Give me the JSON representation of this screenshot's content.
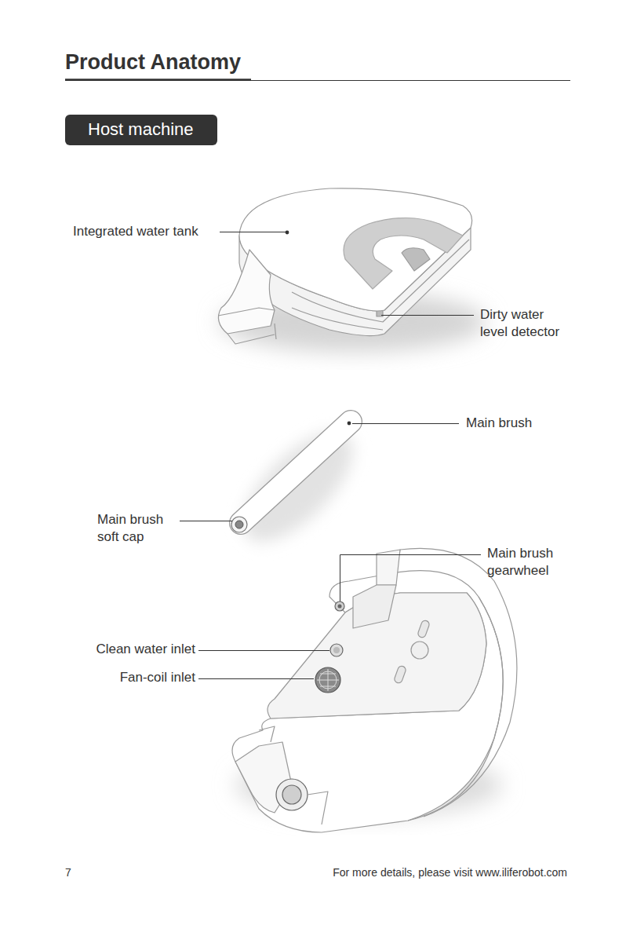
{
  "diagram": {
    "title": "Product Anatomy",
    "nodes": [
      {
        "text": [
          "Host machine"
        ]
      }
    ],
    "labels": [
      "Integrated water tank",
      "Dirty water level detector",
      "Main brush",
      "Main brush soft cap",
      "Main brush gearwheel",
      "Clean water inlet",
      "Fan-coil inlet",
      "7",
      "For more details, please visit www.iliferobot.com"
    ]
  }
}
